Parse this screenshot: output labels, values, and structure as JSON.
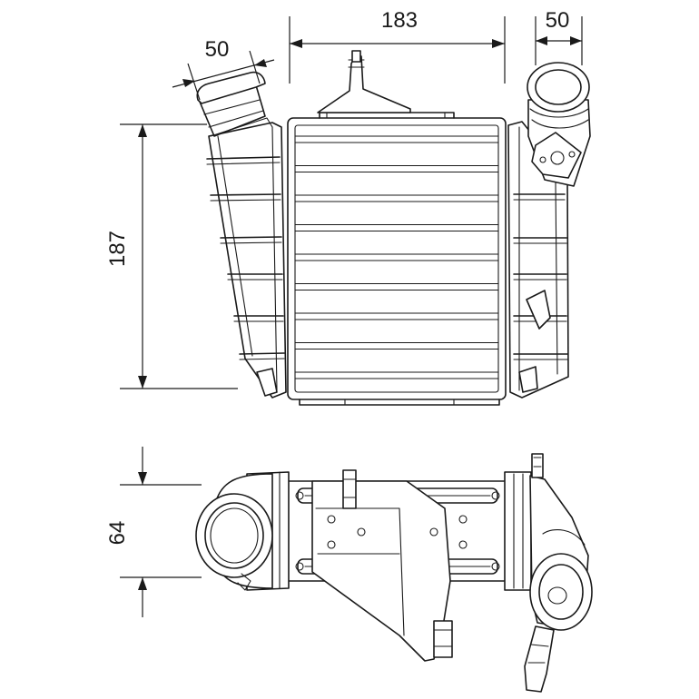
{
  "dimensions": {
    "top_inlet_width": "50",
    "core_width": "183",
    "top_outlet_width": "50",
    "core_height": "187",
    "depth": "64"
  }
}
